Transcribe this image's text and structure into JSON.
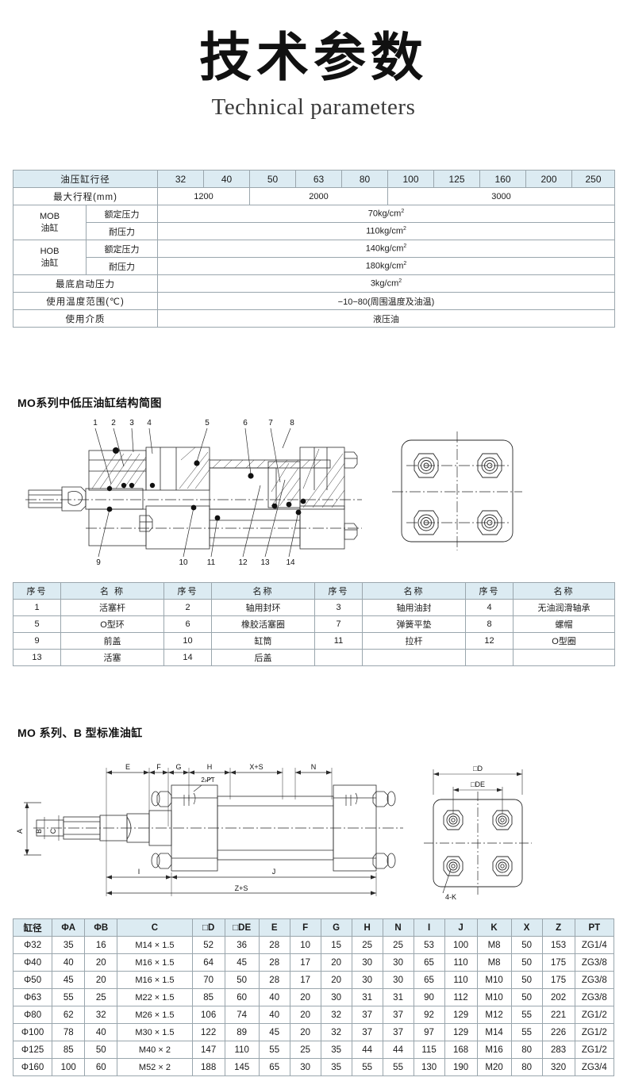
{
  "header": {
    "title_cn": "技术参数",
    "title_en": "Technical parameters"
  },
  "params_table": {
    "row_bore_label": "油压缸行径",
    "bores": [
      "32",
      "40",
      "50",
      "63",
      "80",
      "100",
      "125",
      "160",
      "200",
      "250"
    ],
    "row_stroke_label": "最大行程(mm)",
    "strokes": [
      "1200",
      "2000",
      "3000"
    ],
    "mob_label": "MOB\n油缸",
    "mob_label_line1": "MOB",
    "mob_label_line2": "油缸",
    "hob_label_line1": "HOB",
    "hob_label_line2": "油缸",
    "rated_pressure_label": "额定压力",
    "withstand_pressure_label": "耐压力",
    "mob_rated": "70kg/cm",
    "mob_rated_sup": "2",
    "mob_withstand": "110kg/cm",
    "mob_withstand_sup": "2",
    "hob_rated": "140kg/cm",
    "hob_rated_sup": "2",
    "hob_withstand": "180kg/cm",
    "hob_withstand_sup": "2",
    "min_start_label": "最底启动压力",
    "min_start_value": "3kg/cm",
    "min_start_sup": "2",
    "temp_range_label": "使用温度范围(℃)",
    "temp_range_value": "−10−80(周围温度及油温)",
    "medium_label": "使用介质",
    "medium_value": "液压油"
  },
  "structure_section": {
    "caption": "MO系列中低压油缸结构简图",
    "top_callouts": [
      "1",
      "2",
      "3",
      "4",
      "5",
      "6",
      "7",
      "8"
    ],
    "bottom_callouts": [
      "9",
      "10",
      "11",
      "12",
      "13",
      "14"
    ]
  },
  "parts_table": {
    "headers": [
      "序号",
      "名 称",
      "序号",
      "名称",
      "序号",
      "名称",
      "序号",
      "名称"
    ],
    "rows": [
      [
        "1",
        "活塞杆",
        "2",
        "轴用封环",
        "3",
        "轴用油封",
        "4",
        "无油润滑轴承"
      ],
      [
        "5",
        "O型环",
        "6",
        "橡胶活塞圈",
        "7",
        "弹簧平垫",
        "8",
        "螺帽"
      ],
      [
        "9",
        "前盖",
        "10",
        "缸筒",
        "11",
        "拉杆",
        "12",
        "O型圈"
      ],
      [
        "13",
        "活塞",
        "14",
        "后盖",
        "",
        "",
        "",
        ""
      ]
    ]
  },
  "btype_section": {
    "caption": "MO 系列、B 型标准油缸",
    "dim_labels": [
      "E",
      "F",
      "G",
      "H",
      "X+S",
      "N",
      "A",
      "B",
      "C",
      "I",
      "J",
      "Z+S"
    ],
    "note_2pt": "2-PT",
    "note_4k": "4-K",
    "flange_d": "□D",
    "flange_de": "□DE"
  },
  "dims_table": {
    "headers": [
      "缸径",
      "ΦA",
      "ΦB",
      "C",
      "□D",
      "□DE",
      "E",
      "F",
      "G",
      "H",
      "N",
      "I",
      "J",
      "K",
      "X",
      "Z",
      "PT"
    ],
    "rows": [
      [
        "Φ32",
        "35",
        "16",
        "M14 × 1.5",
        "52",
        "36",
        "28",
        "10",
        "15",
        "25",
        "25",
        "53",
        "100",
        "M8",
        "50",
        "153",
        "ZG1/4"
      ],
      [
        "Φ40",
        "40",
        "20",
        "M16 × 1.5",
        "64",
        "45",
        "28",
        "17",
        "20",
        "30",
        "30",
        "65",
        "110",
        "M8",
        "50",
        "175",
        "ZG3/8"
      ],
      [
        "Φ50",
        "45",
        "20",
        "M16 × 1.5",
        "70",
        "50",
        "28",
        "17",
        "20",
        "30",
        "30",
        "65",
        "110",
        "M10",
        "50",
        "175",
        "ZG3/8"
      ],
      [
        "Φ63",
        "55",
        "25",
        "M22 × 1.5",
        "85",
        "60",
        "40",
        "20",
        "30",
        "31",
        "31",
        "90",
        "112",
        "M10",
        "50",
        "202",
        "ZG3/8"
      ],
      [
        "Φ80",
        "62",
        "32",
        "M26 × 1.5",
        "106",
        "74",
        "40",
        "20",
        "32",
        "37",
        "37",
        "92",
        "129",
        "M12",
        "55",
        "221",
        "ZG1/2"
      ],
      [
        "Φ100",
        "78",
        "40",
        "M30 × 1.5",
        "122",
        "89",
        "45",
        "20",
        "32",
        "37",
        "37",
        "97",
        "129",
        "M14",
        "55",
        "226",
        "ZG1/2"
      ],
      [
        "Φ125",
        "85",
        "50",
        "M40 × 2",
        "147",
        "110",
        "55",
        "25",
        "35",
        "44",
        "44",
        "115",
        "168",
        "M16",
        "80",
        "283",
        "ZG1/2"
      ],
      [
        "Φ160",
        "100",
        "60",
        "M52 × 2",
        "188",
        "145",
        "65",
        "30",
        "35",
        "55",
        "55",
        "130",
        "190",
        "M20",
        "80",
        "320",
        "ZG3/4"
      ]
    ]
  },
  "colors": {
    "header_blue": "#dcebf2",
    "border": "#9aa6ad",
    "text": "#1a1a1a"
  }
}
